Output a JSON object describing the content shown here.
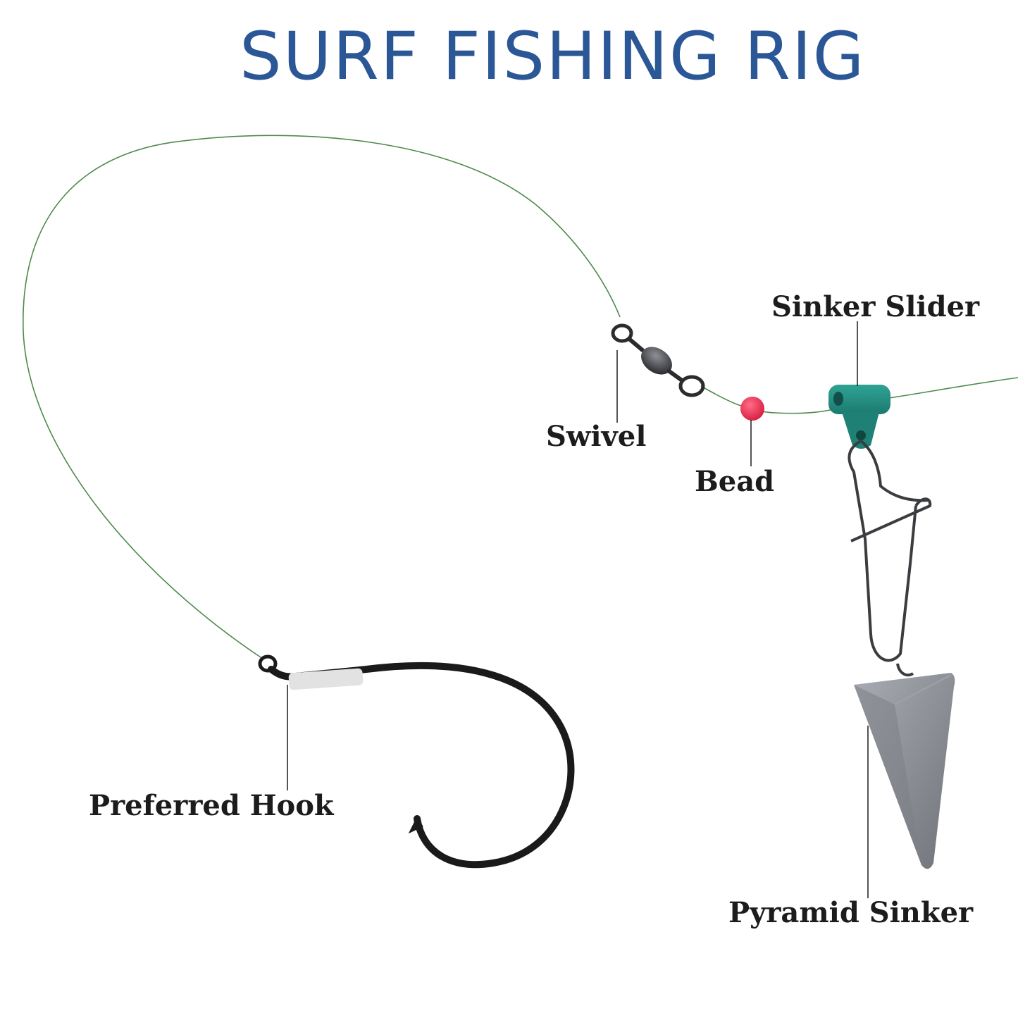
{
  "title": "SURF FISHING RIG",
  "colors": {
    "title": "#2b5797",
    "labels": "#1c1c1c",
    "fishing_line": "#4d8a4d",
    "bead": "#e0294a",
    "sinker_slider": "#23897e",
    "pyramid_sinker": "#8c8f96",
    "hook": "#1a1a1a",
    "hook_wrap": "#e2e2e2"
  },
  "components": {
    "sinker_slider": {
      "label": "Sinker Slider"
    },
    "swivel": {
      "label": "Swivel"
    },
    "bead": {
      "label": "Bead"
    },
    "hook": {
      "label": "Preferred Hook"
    },
    "sinker": {
      "label": "Pyramid Sinker"
    }
  }
}
